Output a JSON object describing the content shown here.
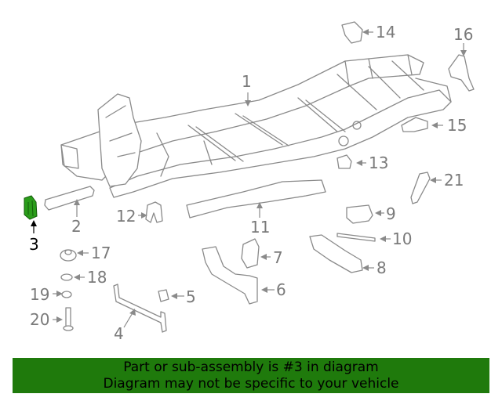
{
  "diagram": {
    "highlight_color": "#2a9d1a",
    "callouts": [
      {
        "id": "1",
        "label": "1"
      },
      {
        "id": "2",
        "label": "2"
      },
      {
        "id": "3",
        "label": "3",
        "highlighted": true
      },
      {
        "id": "4",
        "label": "4"
      },
      {
        "id": "5",
        "label": "5"
      },
      {
        "id": "6",
        "label": "6"
      },
      {
        "id": "7",
        "label": "7"
      },
      {
        "id": "8",
        "label": "8"
      },
      {
        "id": "9",
        "label": "9"
      },
      {
        "id": "10",
        "label": "10"
      },
      {
        "id": "11",
        "label": "11"
      },
      {
        "id": "12",
        "label": "12"
      },
      {
        "id": "13",
        "label": "13"
      },
      {
        "id": "14",
        "label": "14"
      },
      {
        "id": "15",
        "label": "15"
      },
      {
        "id": "16",
        "label": "16"
      },
      {
        "id": "17",
        "label": "17"
      },
      {
        "id": "18",
        "label": "18"
      },
      {
        "id": "19",
        "label": "19"
      },
      {
        "id": "20",
        "label": "20"
      },
      {
        "id": "21",
        "label": "21"
      }
    ]
  },
  "banner": {
    "line1": "Part or sub-assembly is #3 in diagram",
    "line2": "Diagram may not be specific to your vehicle",
    "background": "#1f7a0c"
  }
}
